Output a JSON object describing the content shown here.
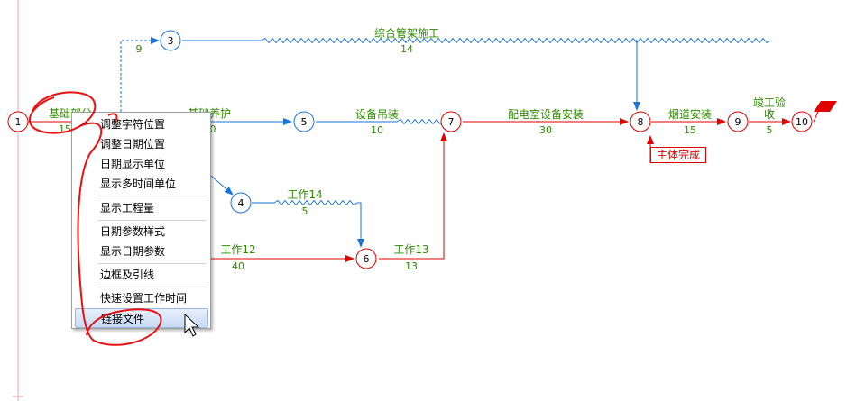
{
  "nodes": {
    "n1": "1",
    "n3": "3",
    "n4": "4",
    "n5": "5",
    "n6": "6",
    "n7": "7",
    "n8": "8",
    "n9": "9",
    "n10": "10"
  },
  "activities": {
    "a_1_2": {
      "name": "基础部分",
      "dur": "15"
    },
    "a_2_3": {
      "dur": "9"
    },
    "a_3_8": {
      "name": "综合管架施工",
      "dur": "14"
    },
    "a_2_5": {
      "name": "基础养护",
      "dur": "0"
    },
    "a_5_7": {
      "name": "设备吊装",
      "dur": "10"
    },
    "a_7_8": {
      "name": "配电室设备安装",
      "dur": "30"
    },
    "a_8_9": {
      "name": "烟道安装",
      "dur": "15"
    },
    "a_9_10": {
      "name": "竣工验收",
      "dur": "5"
    },
    "a_4_6": {
      "name": "工作14",
      "dur": "5"
    },
    "a_2_6": {
      "name": "工作12",
      "dur": "40"
    },
    "a_6_7": {
      "name": "工作13",
      "dur": "13"
    }
  },
  "milestone": {
    "label": "主体完成"
  },
  "context_menu": {
    "items": [
      "调整字符位置",
      "调整日期位置",
      "日期显示单位",
      "显示多时间单位",
      "显示工程量",
      "日期参数样式",
      "显示日期参数",
      "边框及引线",
      "快速设置工作时间",
      "链接文件"
    ],
    "highlighted": "链接文件"
  },
  "colors": {
    "critical": "#e00000",
    "noncritical": "#1a73d9",
    "label": "#2e8b00",
    "annotation": "#e00000"
  }
}
